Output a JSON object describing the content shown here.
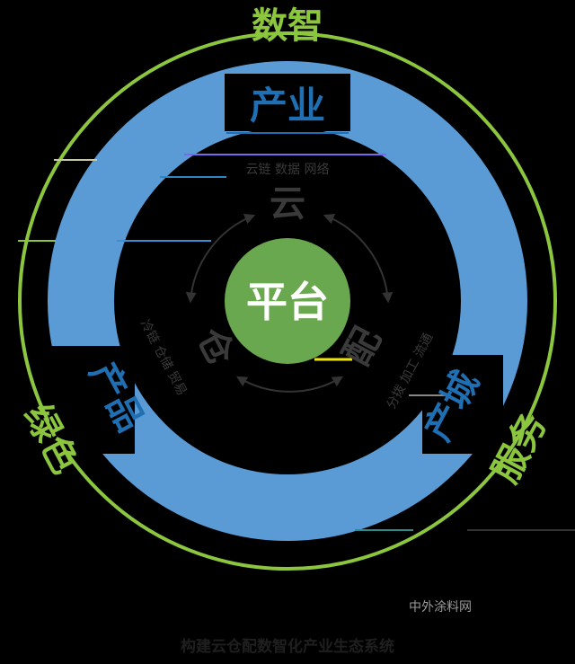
{
  "outer_ring": {
    "top": "数智",
    "left": "绿色",
    "right": "服务",
    "color": "#8cc63f"
  },
  "middle_ring": {
    "top": "产业",
    "left": "产品",
    "right": "产城",
    "color": "#5b9bd5",
    "label_color": "#1f6fb2"
  },
  "inner": {
    "cloud": "云",
    "cloud_desc": "云链 数据 网络",
    "warehouse": "仓",
    "warehouse_desc": "冷链 仓储 贸易",
    "distribution": "配",
    "distribution_desc": "分拨 加工 流通"
  },
  "center": {
    "label": "平台",
    "color": "#6aa84f"
  },
  "watermark": "中外涂料网",
  "caption": "构建云仓配数智化产业生态系统"
}
